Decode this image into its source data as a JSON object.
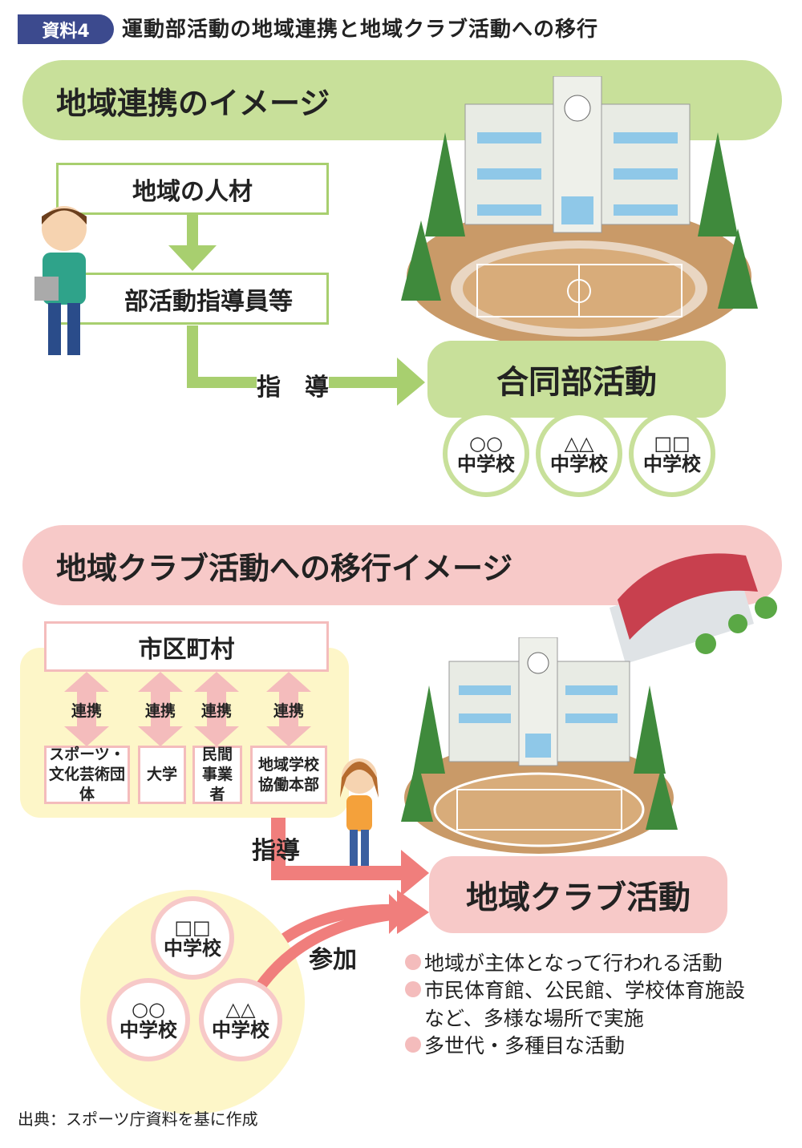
{
  "header": {
    "badge": "資料4",
    "title": "運動部活動の地域連携と地域クラブ活動への移行"
  },
  "section1": {
    "banner": "地域連携のイメージ",
    "box_top": "地域の人材",
    "box_bottom": "部活動指導員等",
    "arrow_label": "指　導",
    "target": "合同部活動",
    "schools": [
      {
        "mark": "○○",
        "name": "中学校"
      },
      {
        "mark": "△△",
        "name": "中学校"
      },
      {
        "mark": "□□",
        "name": "中学校"
      }
    ]
  },
  "section2": {
    "banner": "地域クラブ活動への移行イメージ",
    "municipality": "市区町村",
    "link_label": "連携",
    "partners": [
      {
        "line1": "スポーツ・",
        "line2": "文化芸術団体"
      },
      {
        "line1": "大学",
        "line2": ""
      },
      {
        "line1": "民間",
        "line2": "事業者"
      },
      {
        "line1": "地域学校",
        "line2": "協働本部"
      }
    ],
    "guide_label": "指導",
    "join_label": "参加",
    "target": "地域クラブ活動",
    "schools": [
      {
        "mark": "□□",
        "name": "中学校"
      },
      {
        "mark": "○○",
        "name": "中学校"
      },
      {
        "mark": "△△",
        "name": "中学校"
      }
    ],
    "bullets": [
      "地域が主体となって行われる活動",
      "市民体育館、公民館、学校体育施設",
      "など、多様な場所で実施",
      "多世代・多種目な活動"
    ]
  },
  "source": "出典：スポーツ庁資料を基に作成",
  "colors": {
    "badge": "#3c4a8e",
    "green": "#c8e09a",
    "pink": "#f7c9c8",
    "yellow": "#fdf6c8"
  }
}
